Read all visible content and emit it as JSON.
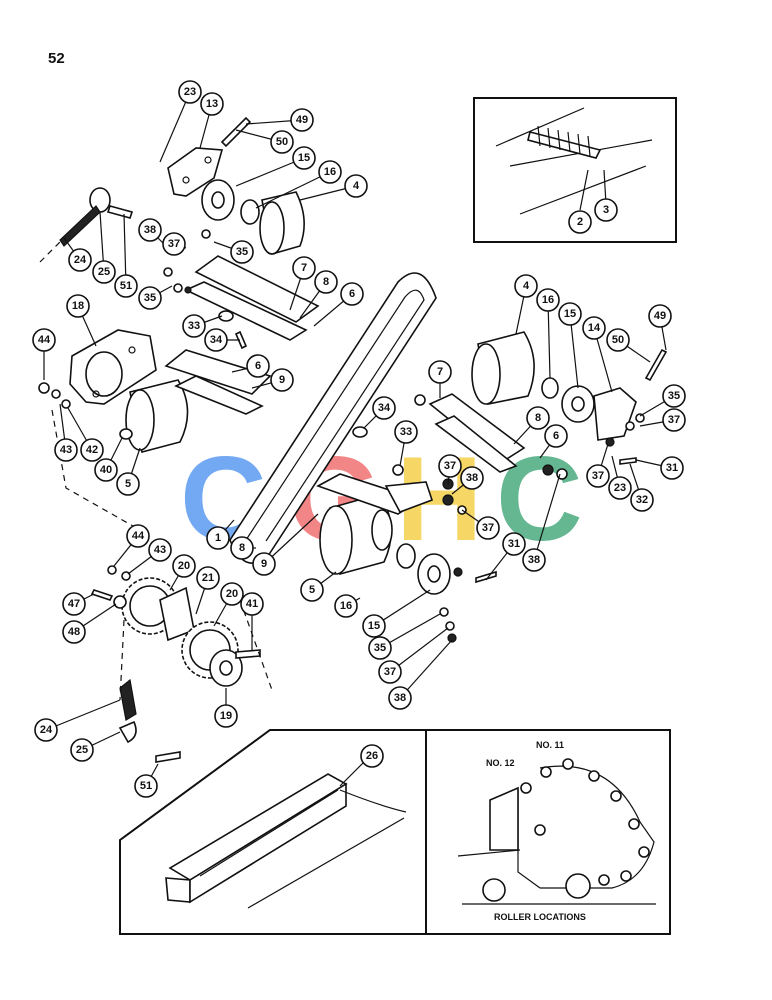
{
  "page": {
    "number": "52"
  },
  "watermark": {
    "letters": [
      {
        "char": "C",
        "color": "#5b9bf0"
      },
      {
        "char": "G",
        "color": "#f07070"
      },
      {
        "char": "H",
        "color": "#f5d04a"
      },
      {
        "char": "C",
        "color": "#4aab7e"
      }
    ]
  },
  "insets": {
    "splice": {
      "labels": [
        "2",
        "3"
      ]
    },
    "bar": {
      "label": "26"
    },
    "locations": {
      "no12": "NO. 12",
      "no11": "NO. 11",
      "caption": "ROLLER LOCATIONS"
    }
  },
  "callouts": [
    "23",
    "13",
    "49",
    "50",
    "15",
    "16",
    "4",
    "24",
    "25",
    "51",
    "38",
    "37",
    "35",
    "35",
    "7",
    "8",
    "6",
    "33",
    "34",
    "18",
    "44",
    "6",
    "9",
    "43",
    "42",
    "40",
    "5",
    "4",
    "16",
    "15",
    "14",
    "49",
    "50",
    "7",
    "34",
    "33",
    "35",
    "37",
    "8",
    "6",
    "37",
    "31",
    "23",
    "32",
    "37",
    "38",
    "1",
    "8",
    "9",
    "5",
    "16",
    "15",
    "31",
    "38",
    "37",
    "35",
    "37",
    "38",
    "44",
    "43",
    "20",
    "21",
    "20",
    "41",
    "47",
    "48",
    "19",
    "24",
    "25",
    "51"
  ]
}
